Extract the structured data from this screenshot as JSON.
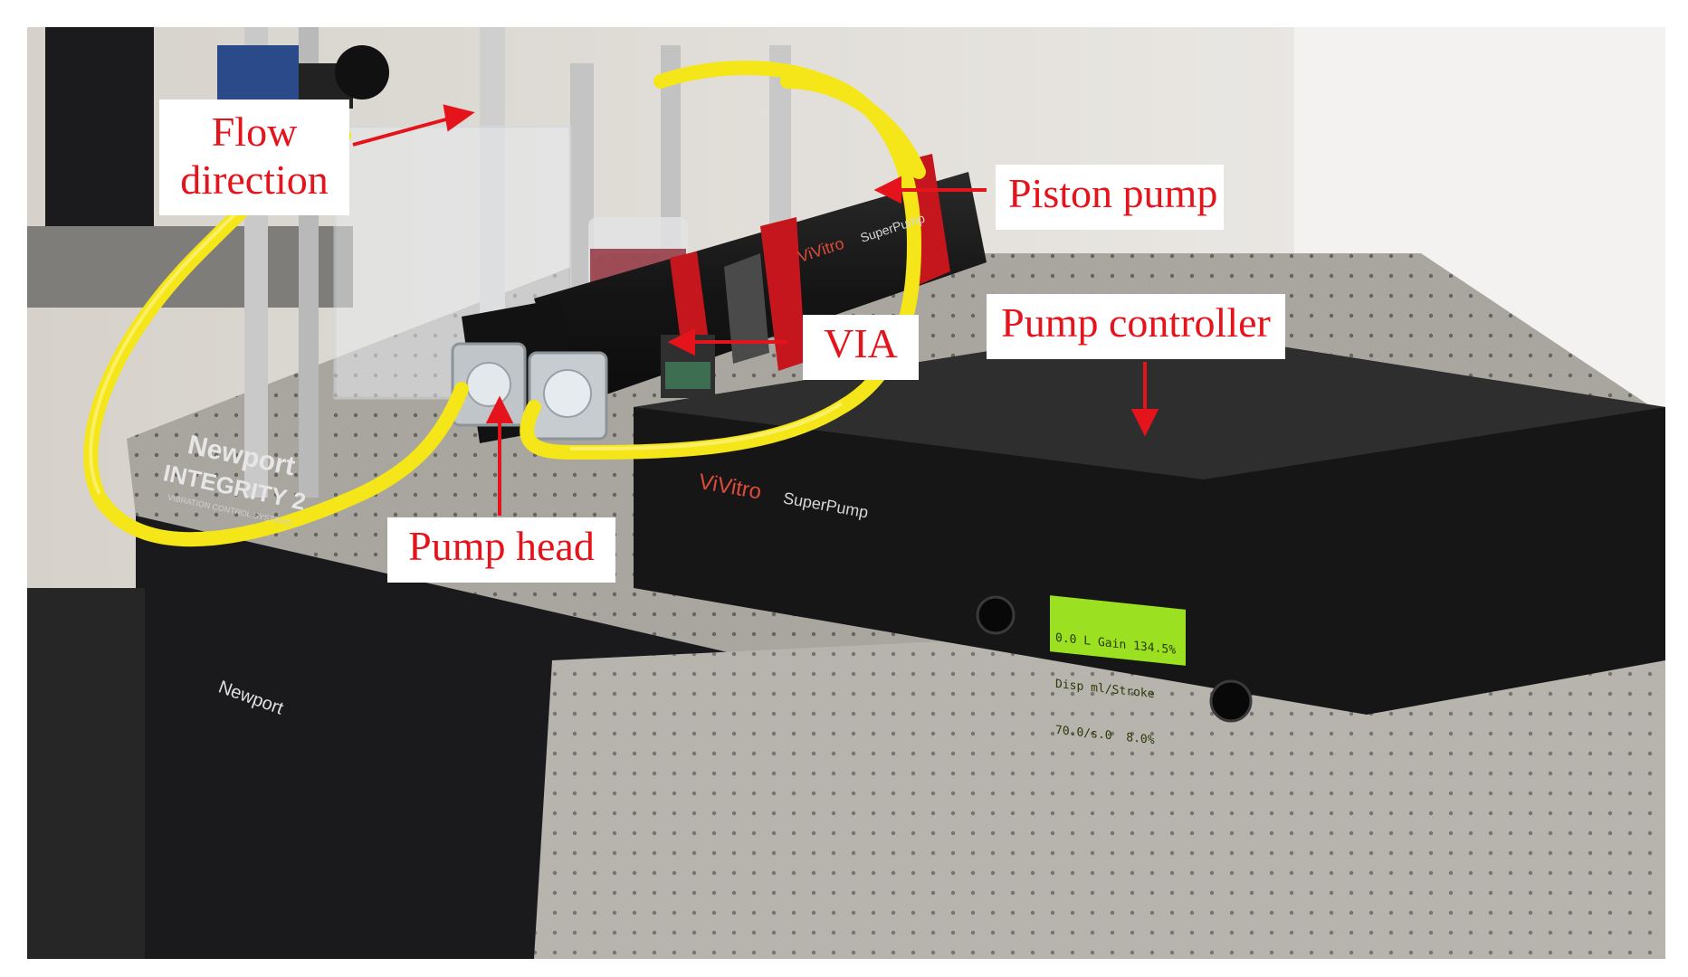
{
  "colors": {
    "annotation_text": "#e5131b",
    "arrow": "#e5131b",
    "tubing": "#f5e61a",
    "pump_red": "#c4161c",
    "pump_body": "#1c1c1c",
    "table_top": "#a9a6a0",
    "lcd": "#9be021"
  },
  "annotations": {
    "flow_direction": [
      "Flow",
      "direction"
    ],
    "piston_pump": "Piston pump",
    "via": "VIA",
    "pump_controller": "Pump controller",
    "pump_head": "Pump head"
  },
  "equipment_text": {
    "table_brand": "Newport",
    "table_model": "INTEGRITY 2",
    "table_subtitle": "VIBRATION CONTROL SYSTEMS",
    "leg_brand": "Newport",
    "pump_logo": "ViVitro",
    "pump_model": "SuperPump",
    "controller_logo": "ViVitro",
    "controller_model": "SuperPump"
  },
  "lcd_lines": [
    "0.0 L Gain 134.5%",
    "Disp ml/Stroke",
    "70.0/s.0  8.0%"
  ]
}
